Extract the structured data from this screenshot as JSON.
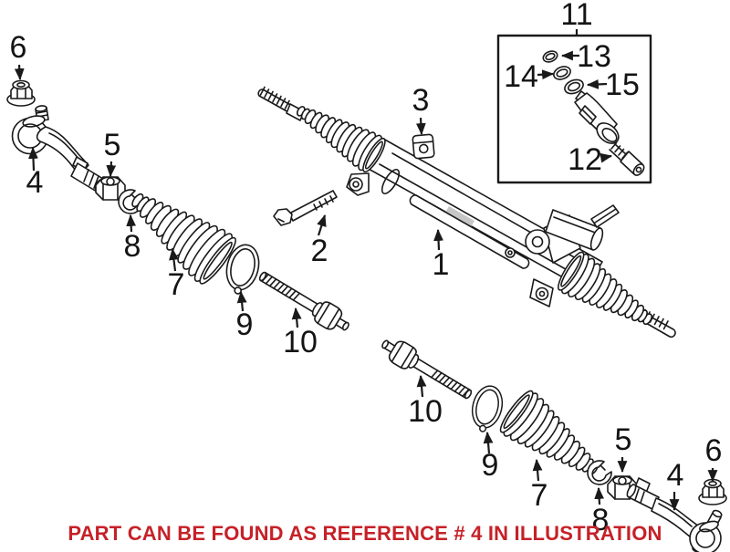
{
  "diagram": {
    "background": "#ffffff",
    "line_color": "#1a1a1a",
    "callouts": {
      "n1": "1",
      "n2": "2",
      "n3": "3",
      "n4": "4",
      "n5": "5",
      "n6": "6",
      "n7": "7",
      "n8": "8",
      "n9": "9",
      "n10": "10",
      "n11": "11",
      "n12": "12",
      "n13": "13",
      "n14": "14",
      "n15": "15"
    },
    "caption": {
      "text": "PART CAN BE FOUND AS REFERENCE # 4 IN ILLUSTRATION",
      "color": "#C62128"
    }
  }
}
